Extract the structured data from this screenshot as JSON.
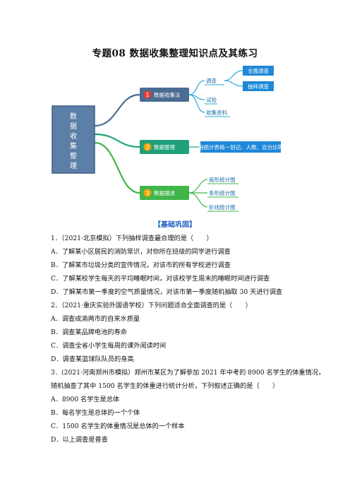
{
  "title": "专题08  数据收集整理知识点及其练习",
  "mindmap": {
    "root": "数据收集整理",
    "root_chars": [
      "数",
      "据",
      "收",
      "集",
      "整",
      "理"
    ],
    "branches": [
      {
        "num": "1",
        "label": "数据收集法",
        "children": [
          "调查",
          "试验",
          "收集资料"
        ],
        "sub": [
          "全面调查",
          "抽样调查"
        ]
      },
      {
        "num": "2",
        "label": "数据整理",
        "children": [
          "画统计表格一划记、人数、百分比等"
        ]
      },
      {
        "num": "3",
        "label": "数据描述",
        "children": [
          "扇形统计图",
          "条形统计图",
          "折线统计图"
        ]
      }
    ]
  },
  "section_title": "【基础巩固】",
  "lines": [
    "1．（2021·北京模拟）下列抽样调查最合理的是（　　）",
    "A．了解某小区居民的消防常识，对你所在班级的同学进行调查",
    "B．了解某市垃圾分类的宣传情况，对该市的所有学校进行调查",
    "C．了解某校学生每天的平均睡眠时间，对该校学生周末的睡眠时间进行调查",
    "D．了解某市第一季度的空气质量情况，对该市第一季度随机抽取 30 天进行调查",
    "2．（2021·重庆实验外国语学校）下列问题适合全面调查的是（　　）",
    "A．调查成渝两市的自来水质量",
    "B．调查某品牌电池的寿命",
    "C．调查全省小学生每周的课外阅读时间",
    "D．调查某篮球队队员的身高",
    "3．(2021·河南郑州市模拟）郑州市某区为了解参加 2021 年中考的 8900 名学生的体重情况，",
    "随机抽查了其中 1500 名学生的体重进行统计分析，下列叙述正确的是（　　）",
    "A．8900 名学生是总体",
    "B．每名学生是总体的一个个体",
    "C．1500 名学生的体重情况是总体的一个样本",
    "D．以上调查是普查"
  ]
}
